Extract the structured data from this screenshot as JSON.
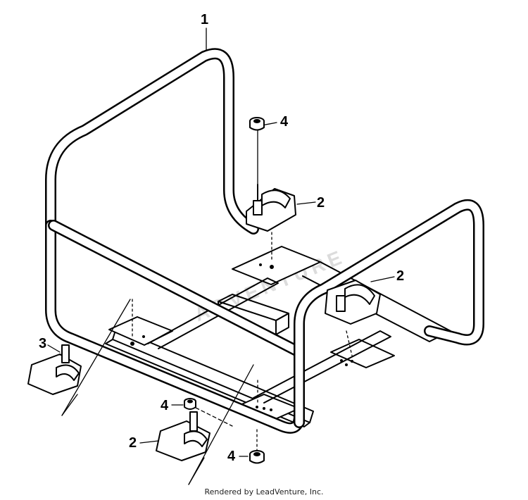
{
  "callouts": {
    "frame": "1",
    "mount_upper": "2",
    "nut_upper": "4",
    "mount_right": "2",
    "mount_left": "3",
    "nut_lower": "4",
    "mount_lower": "2",
    "nut_bottom": "4"
  },
  "parts": {
    "1": "tubular frame",
    "2": "vibration mount",
    "3": "vibration mount",
    "4": "nut"
  },
  "watermark": "ADVENTURE",
  "credit": "Rendered by LeadVenture, Inc.",
  "colors": {
    "ink": "#000000",
    "background": "#ffffff",
    "watermark": "#d8d8d8"
  }
}
